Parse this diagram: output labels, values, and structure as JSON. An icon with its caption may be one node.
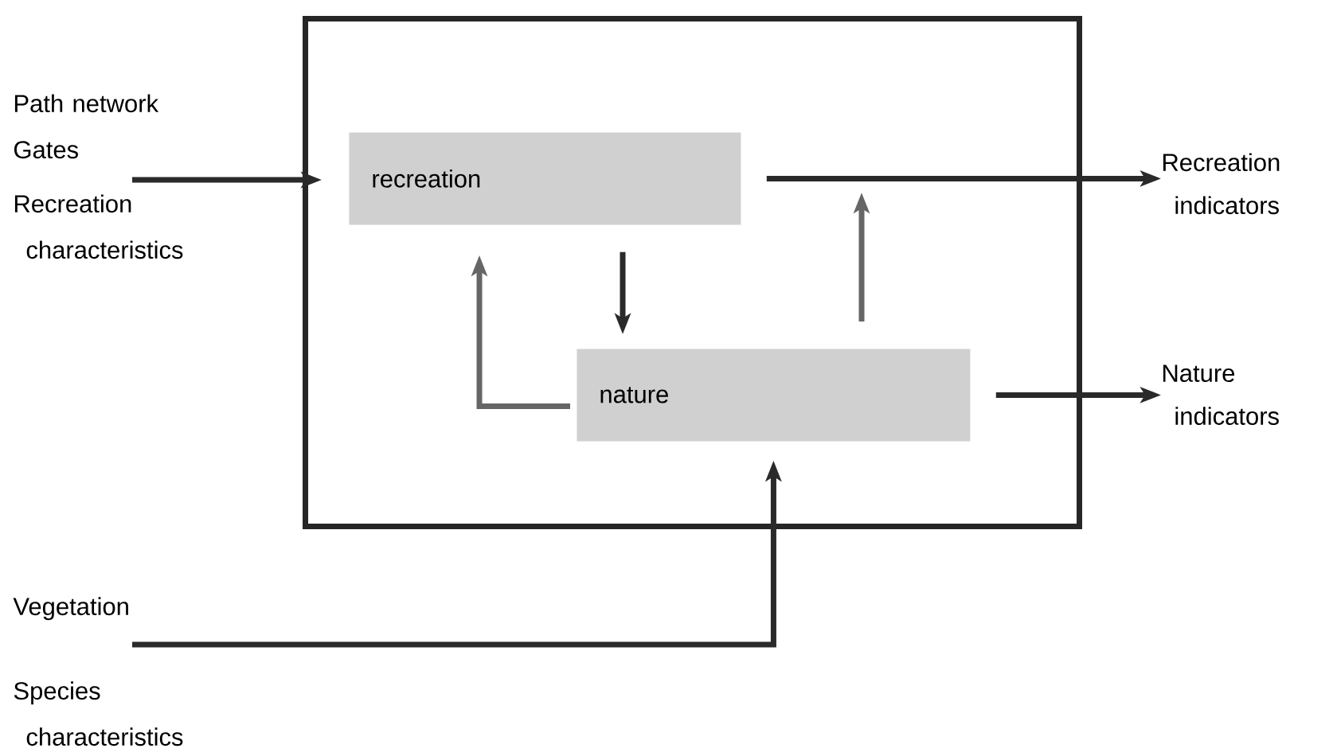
{
  "diagram": {
    "nodes": [
      {
        "text": [],
        "shape": "box"
      },
      {
        "text": [
          "recreation"
        ],
        "in": 0
      },
      {
        "text": [
          "nature"
        ],
        "in": 0
      },
      {
        "text": [
          "Path network",
          "Gates",
          "Recreation characteristics"
        ]
      },
      {
        "text": [
          "Vegetation",
          "Species characteristics"
        ]
      },
      {
        "text": [
          "Recreation indicators"
        ]
      },
      {
        "text": [
          "Nature indicators"
        ]
      }
    ],
    "edges": [
      {
        "from": 3,
        "to": 0,
        "arrow": "to"
      },
      {
        "from": 4,
        "to": 2,
        "arrow": "to"
      },
      {
        "from": 1,
        "to": 5,
        "arrow": "to"
      },
      {
        "from": 2,
        "to": 6,
        "arrow": "to"
      },
      {
        "from": 1,
        "to": 2,
        "arrow": "to"
      },
      {
        "from": 2,
        "to": 1,
        "arrow": "to",
        "color": "#666666"
      },
      {
        "from": 2,
        "to": null,
        "arrow": "to",
        "color": "#666666"
      }
    ]
  }
}
